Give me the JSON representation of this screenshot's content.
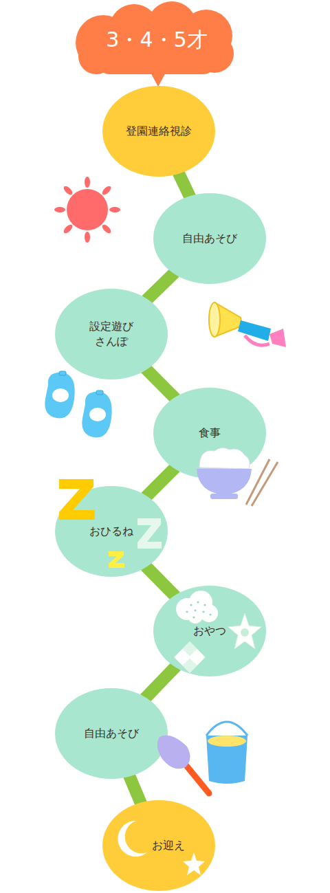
{
  "diagram": {
    "title": "3・4・5才",
    "nodes": [
      {
        "text": [
          "登園連絡視診"
        ]
      },
      {
        "text": [
          "自由あそび"
        ]
      },
      {
        "text": [
          "設定遊び さんぽ"
        ]
      },
      {
        "text": [
          "食事"
        ]
      },
      {
        "text": [
          "おひるね"
        ]
      },
      {
        "text": [
          "おやつ"
        ]
      },
      {
        "text": [
          "自由あそび"
        ]
      },
      {
        "text": [
          "お迎え"
        ]
      }
    ],
    "edges": [
      {
        "from": 0,
        "to": 1,
        "arrow": "none"
      },
      {
        "from": 1,
        "to": 2,
        "arrow": "none"
      },
      {
        "from": 2,
        "to": 3,
        "arrow": "none"
      },
      {
        "from": 3,
        "to": 4,
        "arrow": "none"
      },
      {
        "from": 4,
        "to": 5,
        "arrow": "none"
      },
      {
        "from": 5,
        "to": 6,
        "arrow": "none"
      },
      {
        "from": 6,
        "to": 7,
        "arrow": "none"
      }
    ]
  }
}
